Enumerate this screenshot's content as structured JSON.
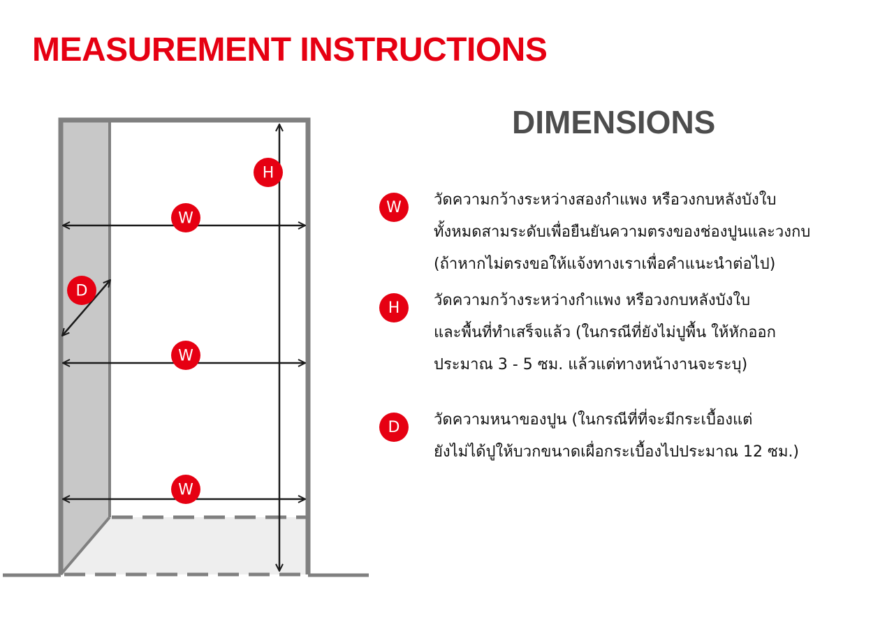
{
  "header": {
    "title": "MEASUREMENT INSTRUCTIONS"
  },
  "colors": {
    "accent": "#e60012",
    "heading": "#4d4d4d",
    "wall": "#c8c8c8",
    "frame": "#808080"
  },
  "diagram": {
    "markers": {
      "w1": "W",
      "w2": "W",
      "w3": "W",
      "h": "H",
      "d": "D"
    }
  },
  "dimensions": {
    "heading": "DIMENSIONS",
    "items": [
      {
        "label": "W",
        "lines": [
          "วัดความกว้างระหว่างสองกำแพง หรือวงกบหลังบังใบ",
          "ทั้งหมดสามระดับเพื่อยืนยันความตรงของช่องปูนและวงกบ",
          "(ถ้าหากไม่ตรงขอให้แจ้งทางเราเพื่อคำแนะนำต่อไป)"
        ]
      },
      {
        "label": "H",
        "lines": [
          "วัดความกว้างระหว่างกำแพง หรือวงกบหลังบังใบ",
          "และพื้นที่ทำเสร็จแล้ว (ในกรณีที่ยังไม่ปูพื้น ให้หักออก",
          "ประมาณ 3 - 5 ซม. แล้วแต่ทางหน้างานจะระบุ)"
        ]
      },
      {
        "label": "D",
        "lines": [
          "วัดความหนาของปูน (ในกรณีที่ที่จะมีกระเบื้องแต่",
          "ยังไม่ได้ปูให้บวกขนาดเผื่อกระเบื้องไปประมาณ 12 ซม.)"
        ]
      }
    ]
  }
}
